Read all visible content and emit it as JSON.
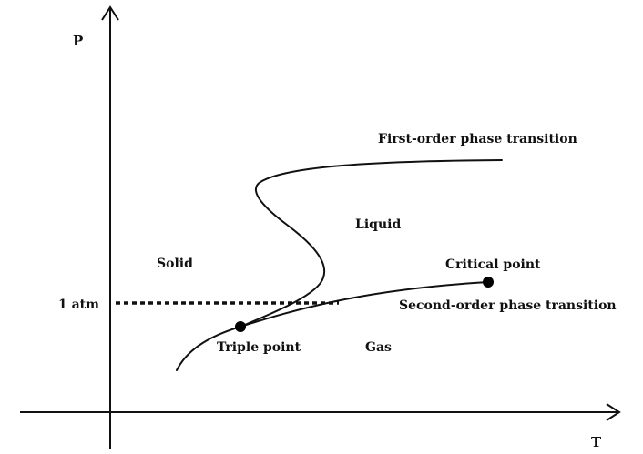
{
  "axes": {
    "x_label": "T",
    "y_label": "P",
    "pressure_reference_label": "1 atm"
  },
  "regions": {
    "solid": "Solid",
    "liquid": "Liquid",
    "gas": "Gas"
  },
  "points": {
    "triple": "Triple point",
    "critical": "Critical point"
  },
  "transitions": {
    "first_order": "First-order phase transition",
    "second_order": "Second-order phase transition"
  }
}
